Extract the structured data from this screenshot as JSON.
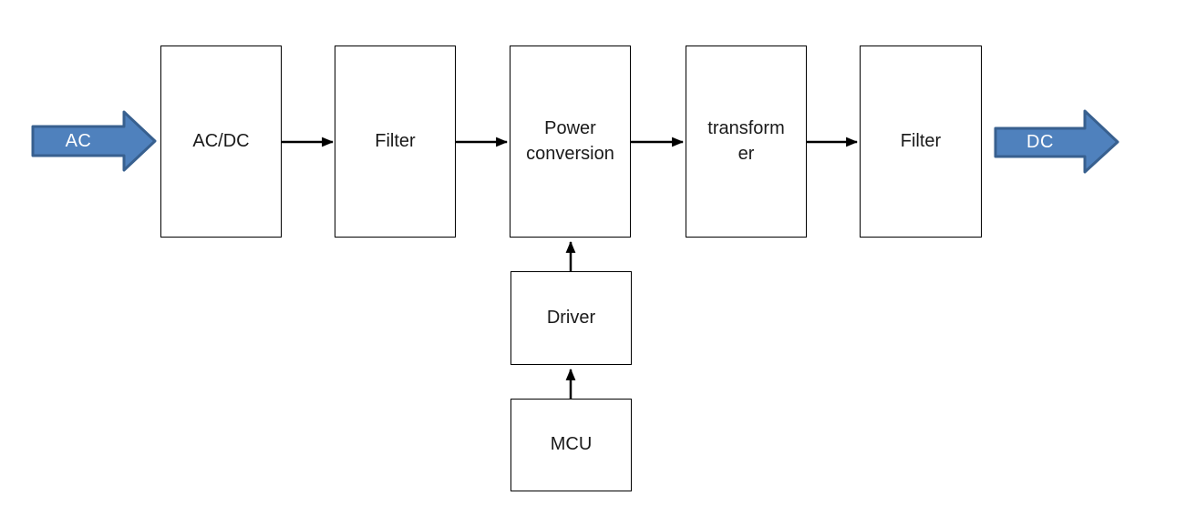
{
  "diagram": {
    "type": "block-flow-diagram",
    "input_arrow": {
      "label": "AC"
    },
    "output_arrow": {
      "label": "DC"
    },
    "blocks": {
      "acdc": {
        "label": "AC/DC"
      },
      "filter_input": {
        "label": "Filter"
      },
      "power_conversion": {
        "label": "Power conversion"
      },
      "transformer": {
        "label": "transformer"
      },
      "filter_output": {
        "label": "Filter"
      },
      "driver": {
        "label": "Driver"
      },
      "mcu": {
        "label": "MCU"
      }
    },
    "connections": [
      {
        "from": "AC",
        "to": "AC/DC"
      },
      {
        "from": "AC/DC",
        "to": "Filter (input)"
      },
      {
        "from": "Filter (input)",
        "to": "Power conversion"
      },
      {
        "from": "Power conversion",
        "to": "transformer"
      },
      {
        "from": "transformer",
        "to": "Filter (output)"
      },
      {
        "from": "Filter (output)",
        "to": "DC"
      },
      {
        "from": "MCU",
        "to": "Driver"
      },
      {
        "from": "Driver",
        "to": "Power conversion"
      }
    ],
    "colors": {
      "flow_arrow_fill": "#4f81bd",
      "flow_arrow_border": "#38608f",
      "flow_label_text": "#ffffff",
      "connector": "#000000",
      "box_border": "#000000",
      "background": "#ffffff"
    }
  }
}
